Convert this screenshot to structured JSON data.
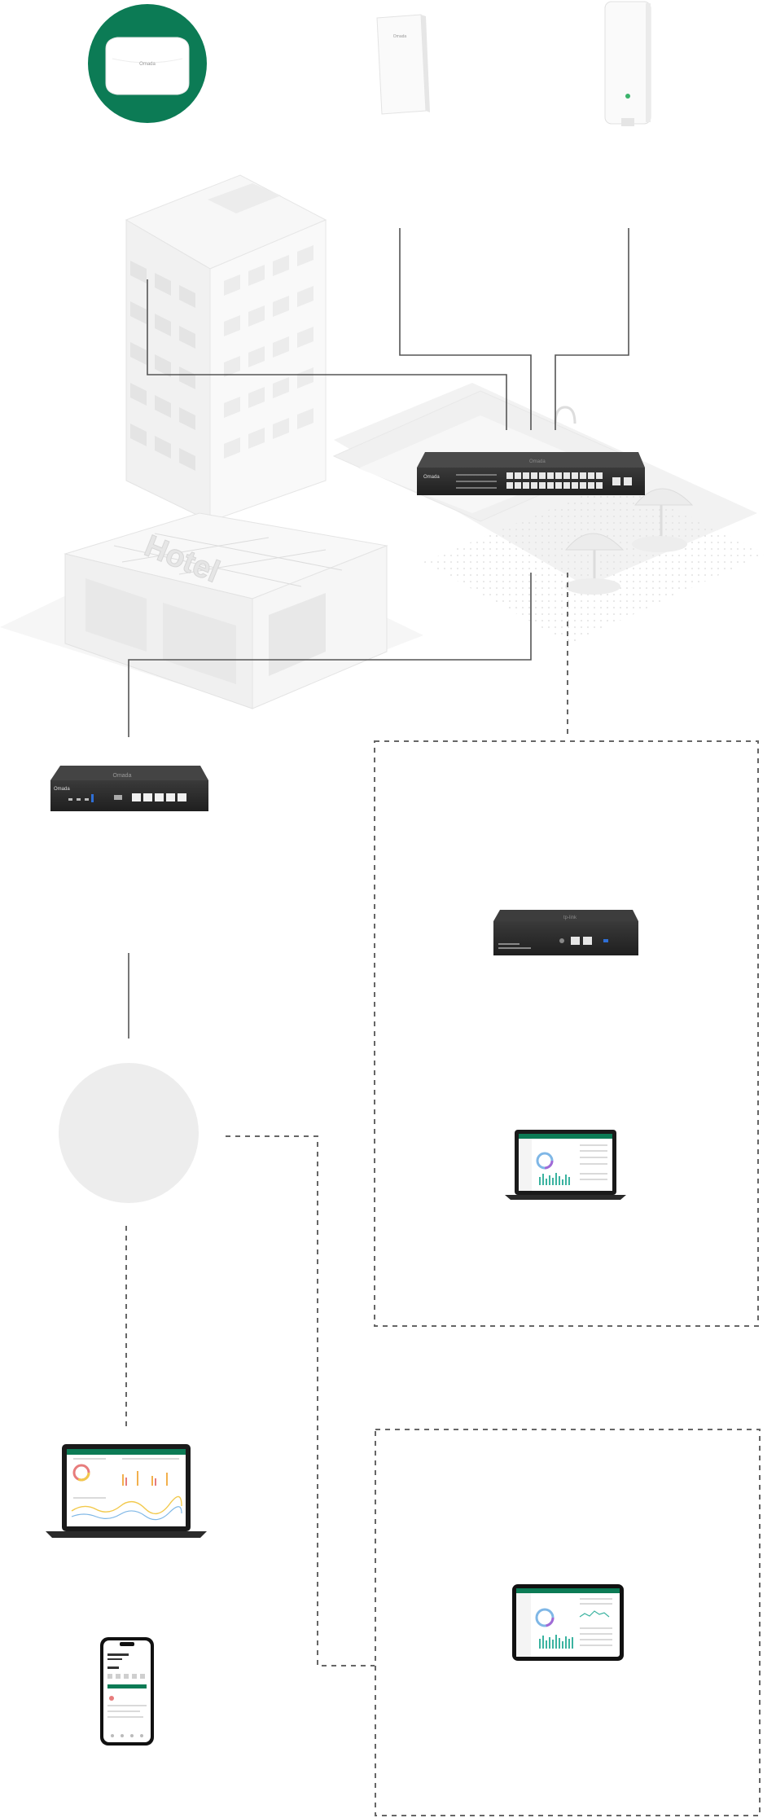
{
  "devices": {
    "ceiling_ap": {
      "brand": "Omada",
      "icon": "ceiling-access-point-icon"
    },
    "wall_ap": {
      "brand": "Omada",
      "icon": "wall-plate-access-point-icon"
    },
    "outdoor_ap": {
      "icon": "outdoor-access-point-icon"
    },
    "switch": {
      "brand": "Omada",
      "icon": "poe-switch-icon"
    },
    "router": {
      "brand": "Omada",
      "icon": "gateway-router-icon"
    },
    "controller": {
      "brand": "tp-link",
      "icon": "hardware-controller-icon"
    },
    "laptop_local": {
      "icon": "laptop-icon"
    },
    "laptop_remote": {
      "icon": "laptop-icon"
    },
    "phone": {
      "icon": "smartphone-icon"
    },
    "tablet": {
      "icon": "tablet-icon"
    }
  },
  "building": {
    "sign": "Hotel"
  },
  "colors": {
    "accent": "#0c7b55",
    "line": "#555555",
    "dashed": "#666666",
    "device_dark": "#2b2b2b",
    "building": "#efefef",
    "cloud": "#ededed"
  }
}
